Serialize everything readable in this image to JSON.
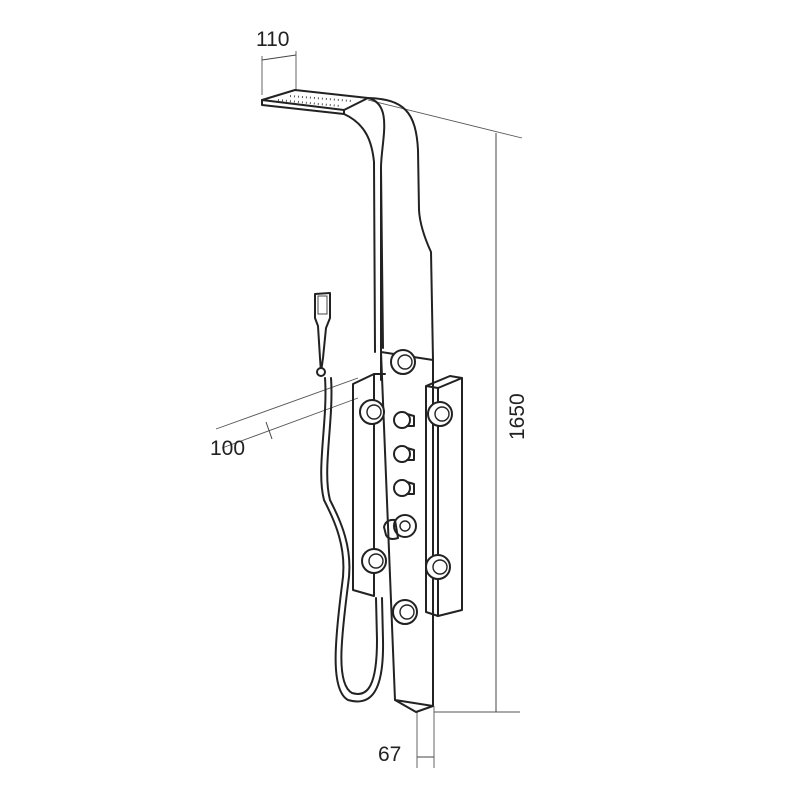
{
  "dimensions": {
    "top_depth": "110",
    "height": "1650",
    "side_depth": "100",
    "bottom_depth": "67"
  },
  "colors": {
    "line": "#222222",
    "background": "#ffffff"
  }
}
